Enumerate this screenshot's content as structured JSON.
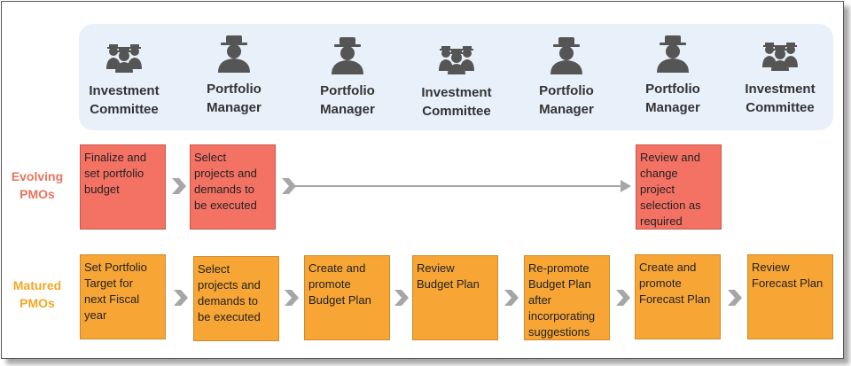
{
  "roles": [
    {
      "label": "Investment\nCommittee",
      "icon": "group-icon"
    },
    {
      "label": "Portfolio\nManager",
      "icon": "person-icon"
    },
    {
      "label": "Portfolio\nManager",
      "icon": "person-icon"
    },
    {
      "label": "Investment\nCommittee",
      "icon": "group-icon"
    },
    {
      "label": "Portfolio\nManager",
      "icon": "person-icon"
    },
    {
      "label": "Portfolio\nManager",
      "icon": "person-icon"
    },
    {
      "label": "Investment\nCommittee",
      "icon": "group-icon"
    }
  ],
  "rows": {
    "evolving": {
      "label": "Evolving\nPMOs",
      "color": "#e8745f",
      "box_color": "#f47264",
      "steps": [
        "Finalize and\nset portfolio\nbudget",
        "Select\nprojects and\ndemands to\nbe executed",
        "Review and\nchange\nproject\nselection as\nrequired"
      ]
    },
    "matured": {
      "label": "Matured\nPMOs",
      "color": "#f5a623",
      "box_color": "#f7a535",
      "steps": [
        "Set Portfolio\nTarget for\nnext Fiscal\nyear",
        "Select\nprojects and\ndemands to\nbe executed",
        "Create and\npromote\nBudget Plan",
        "Review\nBudget Plan",
        "Re-promote\nBudget Plan\nafter\nincorporating\nsuggestions",
        "Create and\npromote\nForecast Plan",
        "Review\nForecast Plan"
      ]
    }
  },
  "band_color": "#e8f0fa",
  "arrow_color": "#a6a6a6"
}
